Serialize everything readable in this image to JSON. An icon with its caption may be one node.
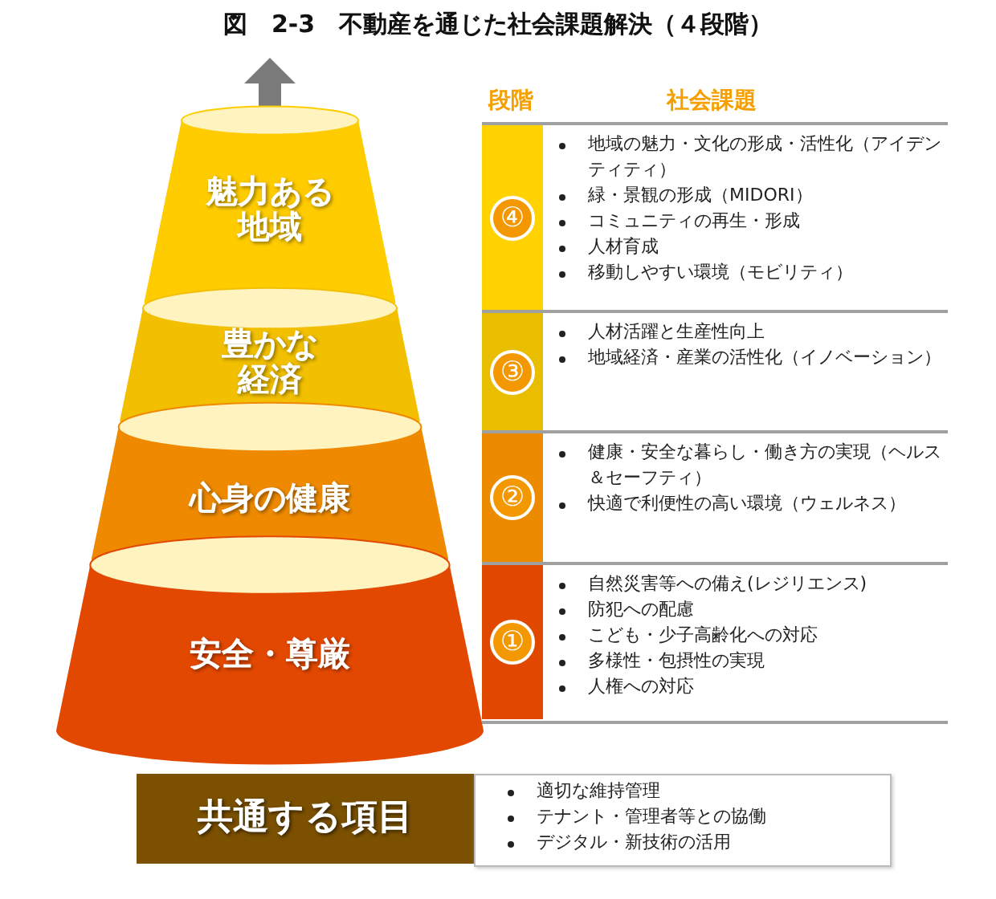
{
  "diagram": {
    "title": "図　2-3　不動産を通じた社会課題解決（４段階）",
    "nodes": [
      {
        "text": [
          "魅力ある地域"
        ]
      },
      {
        "text": [
          "豊かな経済"
        ]
      },
      {
        "text": [
          "心身の健康"
        ]
      },
      {
        "text": [
          "安全・尊厳"
        ]
      },
      {
        "text": [
          "④"
        ]
      },
      {
        "text": [
          "地域の魅力・文化の形成・活性化（アイデンティティ）",
          "緑・景観の形成（MIDORI）",
          "コミュニティの再生・形成",
          "人材育成",
          "移動しやすい環境（モビリティ）"
        ]
      },
      {
        "text": [
          "③"
        ]
      },
      {
        "text": [
          "人材活躍と生産性向上",
          "地域経済・産業の活性化（イノベーション）"
        ]
      },
      {
        "text": [
          "②"
        ]
      },
      {
        "text": [
          "健康・安全な暮らし・働き方の実現（ヘルス＆セーフティ）",
          "快適で利便性の高い環境（ウェルネス）"
        ]
      },
      {
        "text": [
          "①"
        ]
      },
      {
        "text": [
          "自然災害等への備え(レジリエンス)",
          "防犯への配慮",
          "こども・少子高齢化への対応",
          "多様性・包摂性の実現",
          "人権への対応"
        ]
      },
      {
        "text": [
          "共通する項目"
        ]
      },
      {
        "text": [
          "適切な維持管理",
          "テナント・管理者等との協働",
          "デジタル・新技術の活用"
        ]
      }
    ],
    "edges": [],
    "labels": [
      "段階",
      "社会課題"
    ]
  }
}
